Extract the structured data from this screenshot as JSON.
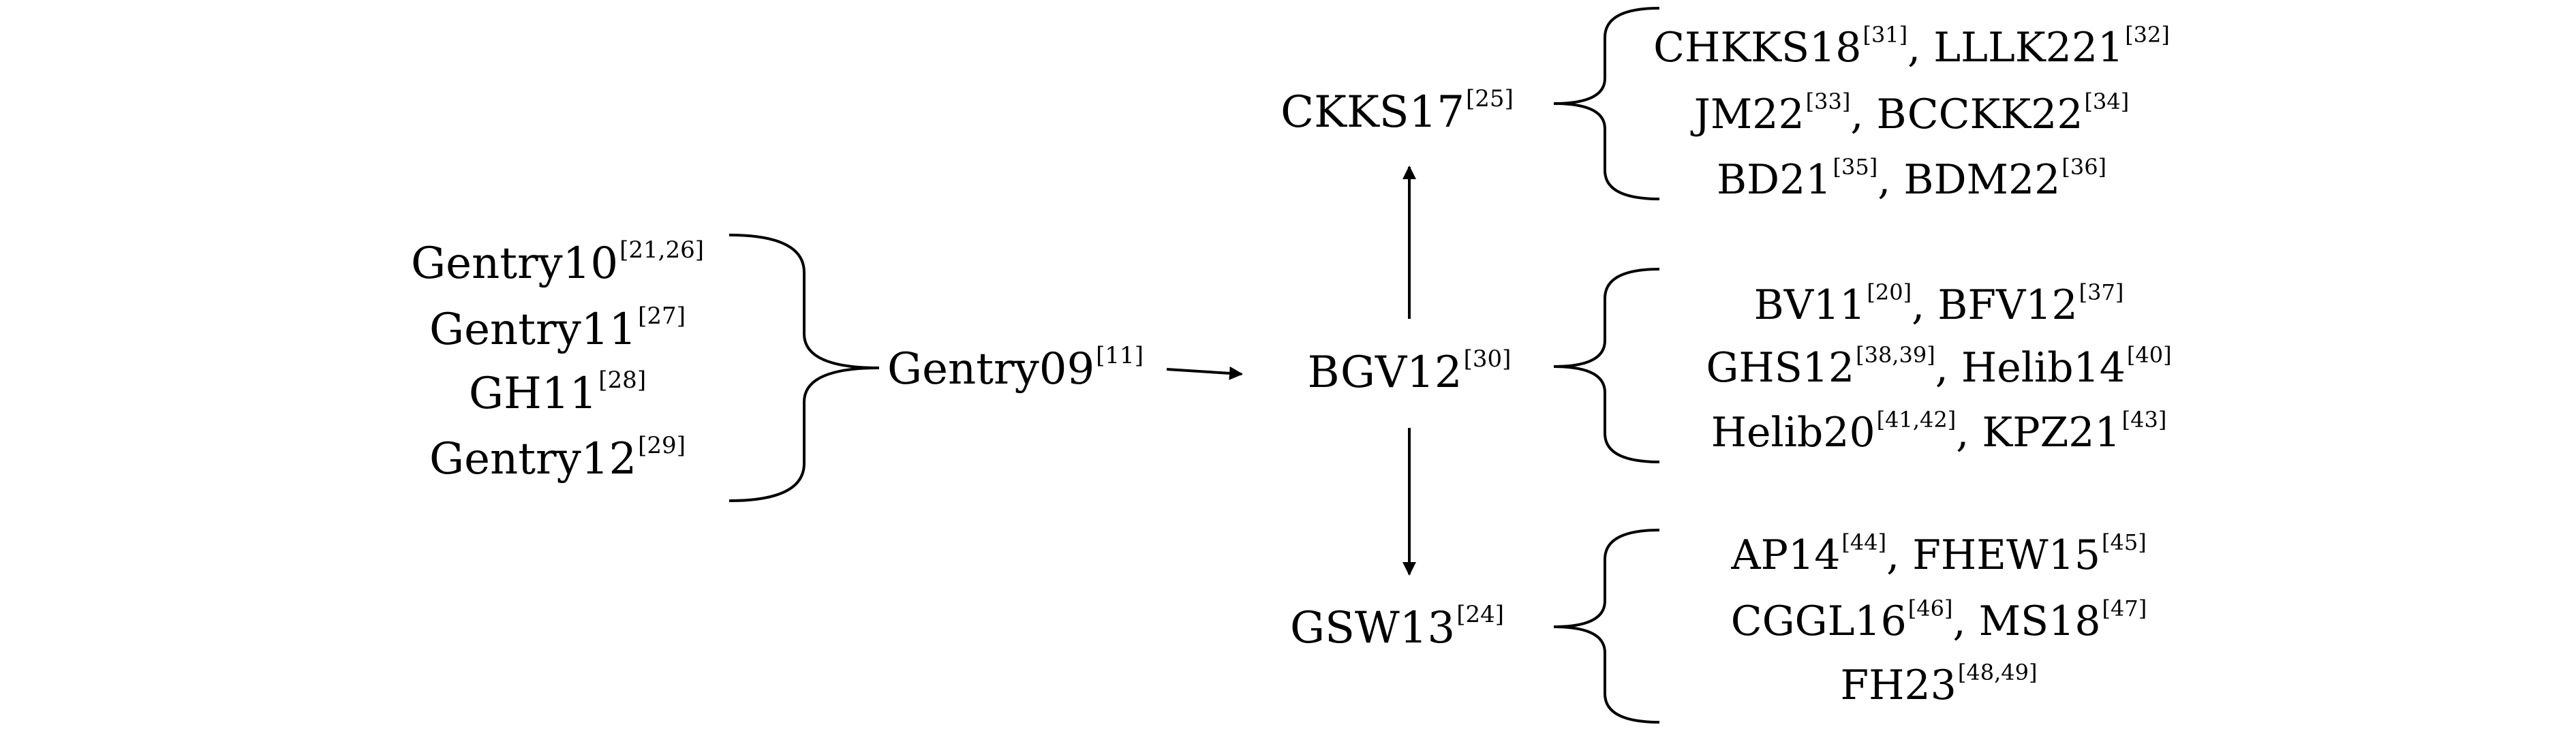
{
  "predecessors": [
    {
      "name": "Gentry10",
      "cite": "[21,26]"
    },
    {
      "name": "Gentry11",
      "cite": "[27]"
    },
    {
      "name": "GH11",
      "cite": "[28]"
    },
    {
      "name": "Gentry12",
      "cite": "[29]"
    }
  ],
  "nodes": {
    "gentry09": {
      "name": "Gentry09",
      "cite": "[11]"
    },
    "bgv12": {
      "name": "BGV12",
      "cite": "[30]"
    },
    "ckks17": {
      "name": "CKKS17",
      "cite": "[25]"
    },
    "gsw13": {
      "name": "GSW13",
      "cite": "[24]"
    }
  },
  "ckks_family": [
    [
      {
        "name": "CHKKS18",
        "cite": "[31]"
      },
      {
        "name": "LLLK221",
        "cite": "[32]"
      }
    ],
    [
      {
        "name": "JM22",
        "cite": "[33]"
      },
      {
        "name": "BCCKK22",
        "cite": "[34]"
      }
    ],
    [
      {
        "name": "BD21",
        "cite": "[35]"
      },
      {
        "name": "BDM22",
        "cite": "[36]"
      }
    ]
  ],
  "bgv_family": [
    [
      {
        "name": "BV11",
        "cite": "[20]"
      },
      {
        "name": "BFV12",
        "cite": "[37]"
      }
    ],
    [
      {
        "name": "GHS12",
        "cite": "[38,39]"
      },
      {
        "name": "Helib14",
        "cite": "[40]"
      }
    ],
    [
      {
        "name": "Helib20",
        "cite": "[41,42]"
      },
      {
        "name": "KPZ21",
        "cite": "[43]"
      }
    ]
  ],
  "gsw_family": [
    [
      {
        "name": "AP14",
        "cite": "[44]"
      },
      {
        "name": "FHEW15",
        "cite": "[45]"
      }
    ],
    [
      {
        "name": "CGGL16",
        "cite": "[46]"
      },
      {
        "name": "MS18",
        "cite": "[47]"
      }
    ],
    [
      {
        "name": "FH23",
        "cite": "[48,49]"
      }
    ]
  ],
  "separator": ", "
}
